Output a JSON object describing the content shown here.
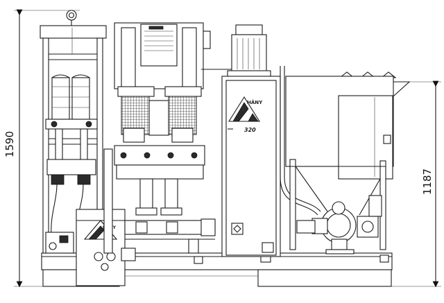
{
  "dimensions": {
    "overall_height": "1590",
    "hopper_height": "1187"
  },
  "brand_labels": {
    "control_box": "HÄNY",
    "cabinet": "HÄNY",
    "cabinet_model": "320"
  },
  "icons": [
    "lifting-eye-icon",
    "motor-icon",
    "hopper-icon",
    "pump-icon"
  ]
}
